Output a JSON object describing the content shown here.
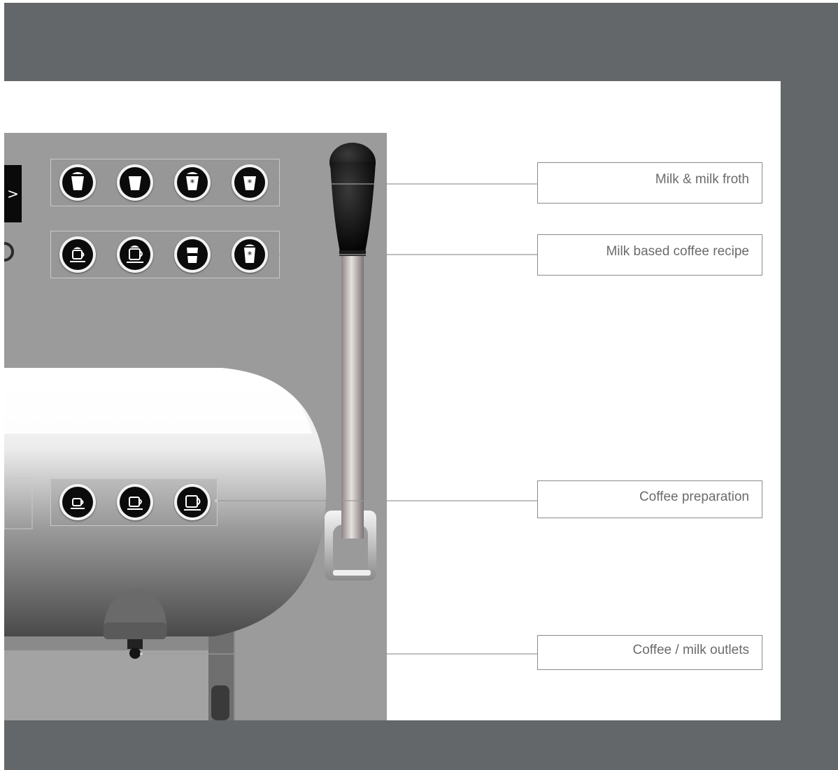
{
  "nav": {
    "next_glyph": ">"
  },
  "callouts": [
    {
      "label": "Milk & milk froth"
    },
    {
      "label": "Milk based coffee recipe"
    },
    {
      "label": "Coffee preparation"
    },
    {
      "label": "Coffee / milk outlets"
    }
  ],
  "button_groups": [
    {
      "name": "milk-froth-buttons",
      "icons": [
        "milk-glass-icon",
        "milk-cup-icon",
        "cold-milk-icon",
        "cold-froth-icon"
      ]
    },
    {
      "name": "milk-coffee-buttons",
      "icons": [
        "cappuccino-icon",
        "large-cappuccino-icon",
        "latte-macchiato-icon",
        "iced-latte-icon"
      ]
    },
    {
      "name": "coffee-buttons",
      "icons": [
        "espresso-icon",
        "coffee-icon",
        "large-coffee-icon"
      ]
    }
  ],
  "colors": {
    "frame": "#63676a",
    "machine_panel": "#9b9b9b",
    "label_text": "#6b6b6b",
    "button_fill": "#0b0b0b"
  }
}
